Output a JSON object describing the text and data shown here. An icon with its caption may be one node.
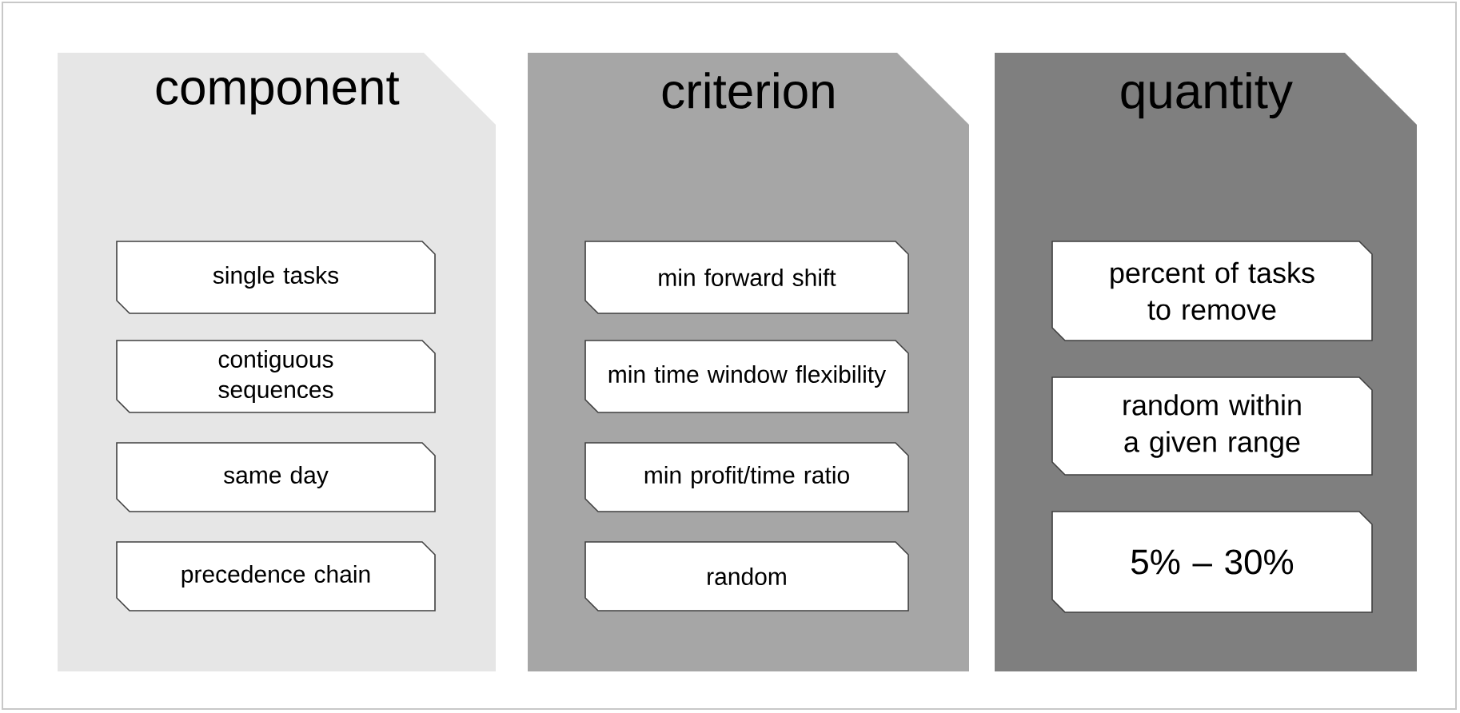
{
  "diagram": {
    "nodes": [
      {
        "text": [
          "component"
        ]
      },
      {
        "text": [
          "single tasks"
        ],
        "in": 0
      },
      {
        "text": [
          "contiguous sequences"
        ],
        "in": 0
      },
      {
        "text": [
          "same day"
        ],
        "in": 0
      },
      {
        "text": [
          "precedence chain"
        ],
        "in": 0
      },
      {
        "text": [
          "criterion"
        ]
      },
      {
        "text": [
          "min forward shift"
        ],
        "in": 5
      },
      {
        "text": [
          "min time window flexibility"
        ],
        "in": 5
      },
      {
        "text": [
          "min profit/time ratio"
        ],
        "in": 5
      },
      {
        "text": [
          "random"
        ],
        "in": 5
      },
      {
        "text": [
          "quantity"
        ]
      },
      {
        "text": [
          "percent of tasks to remove"
        ],
        "in": 10
      },
      {
        "text": [
          "random within a given range"
        ],
        "in": 10
      },
      {
        "text": [
          "5% – 30%"
        ],
        "in": 10
      }
    ]
  }
}
